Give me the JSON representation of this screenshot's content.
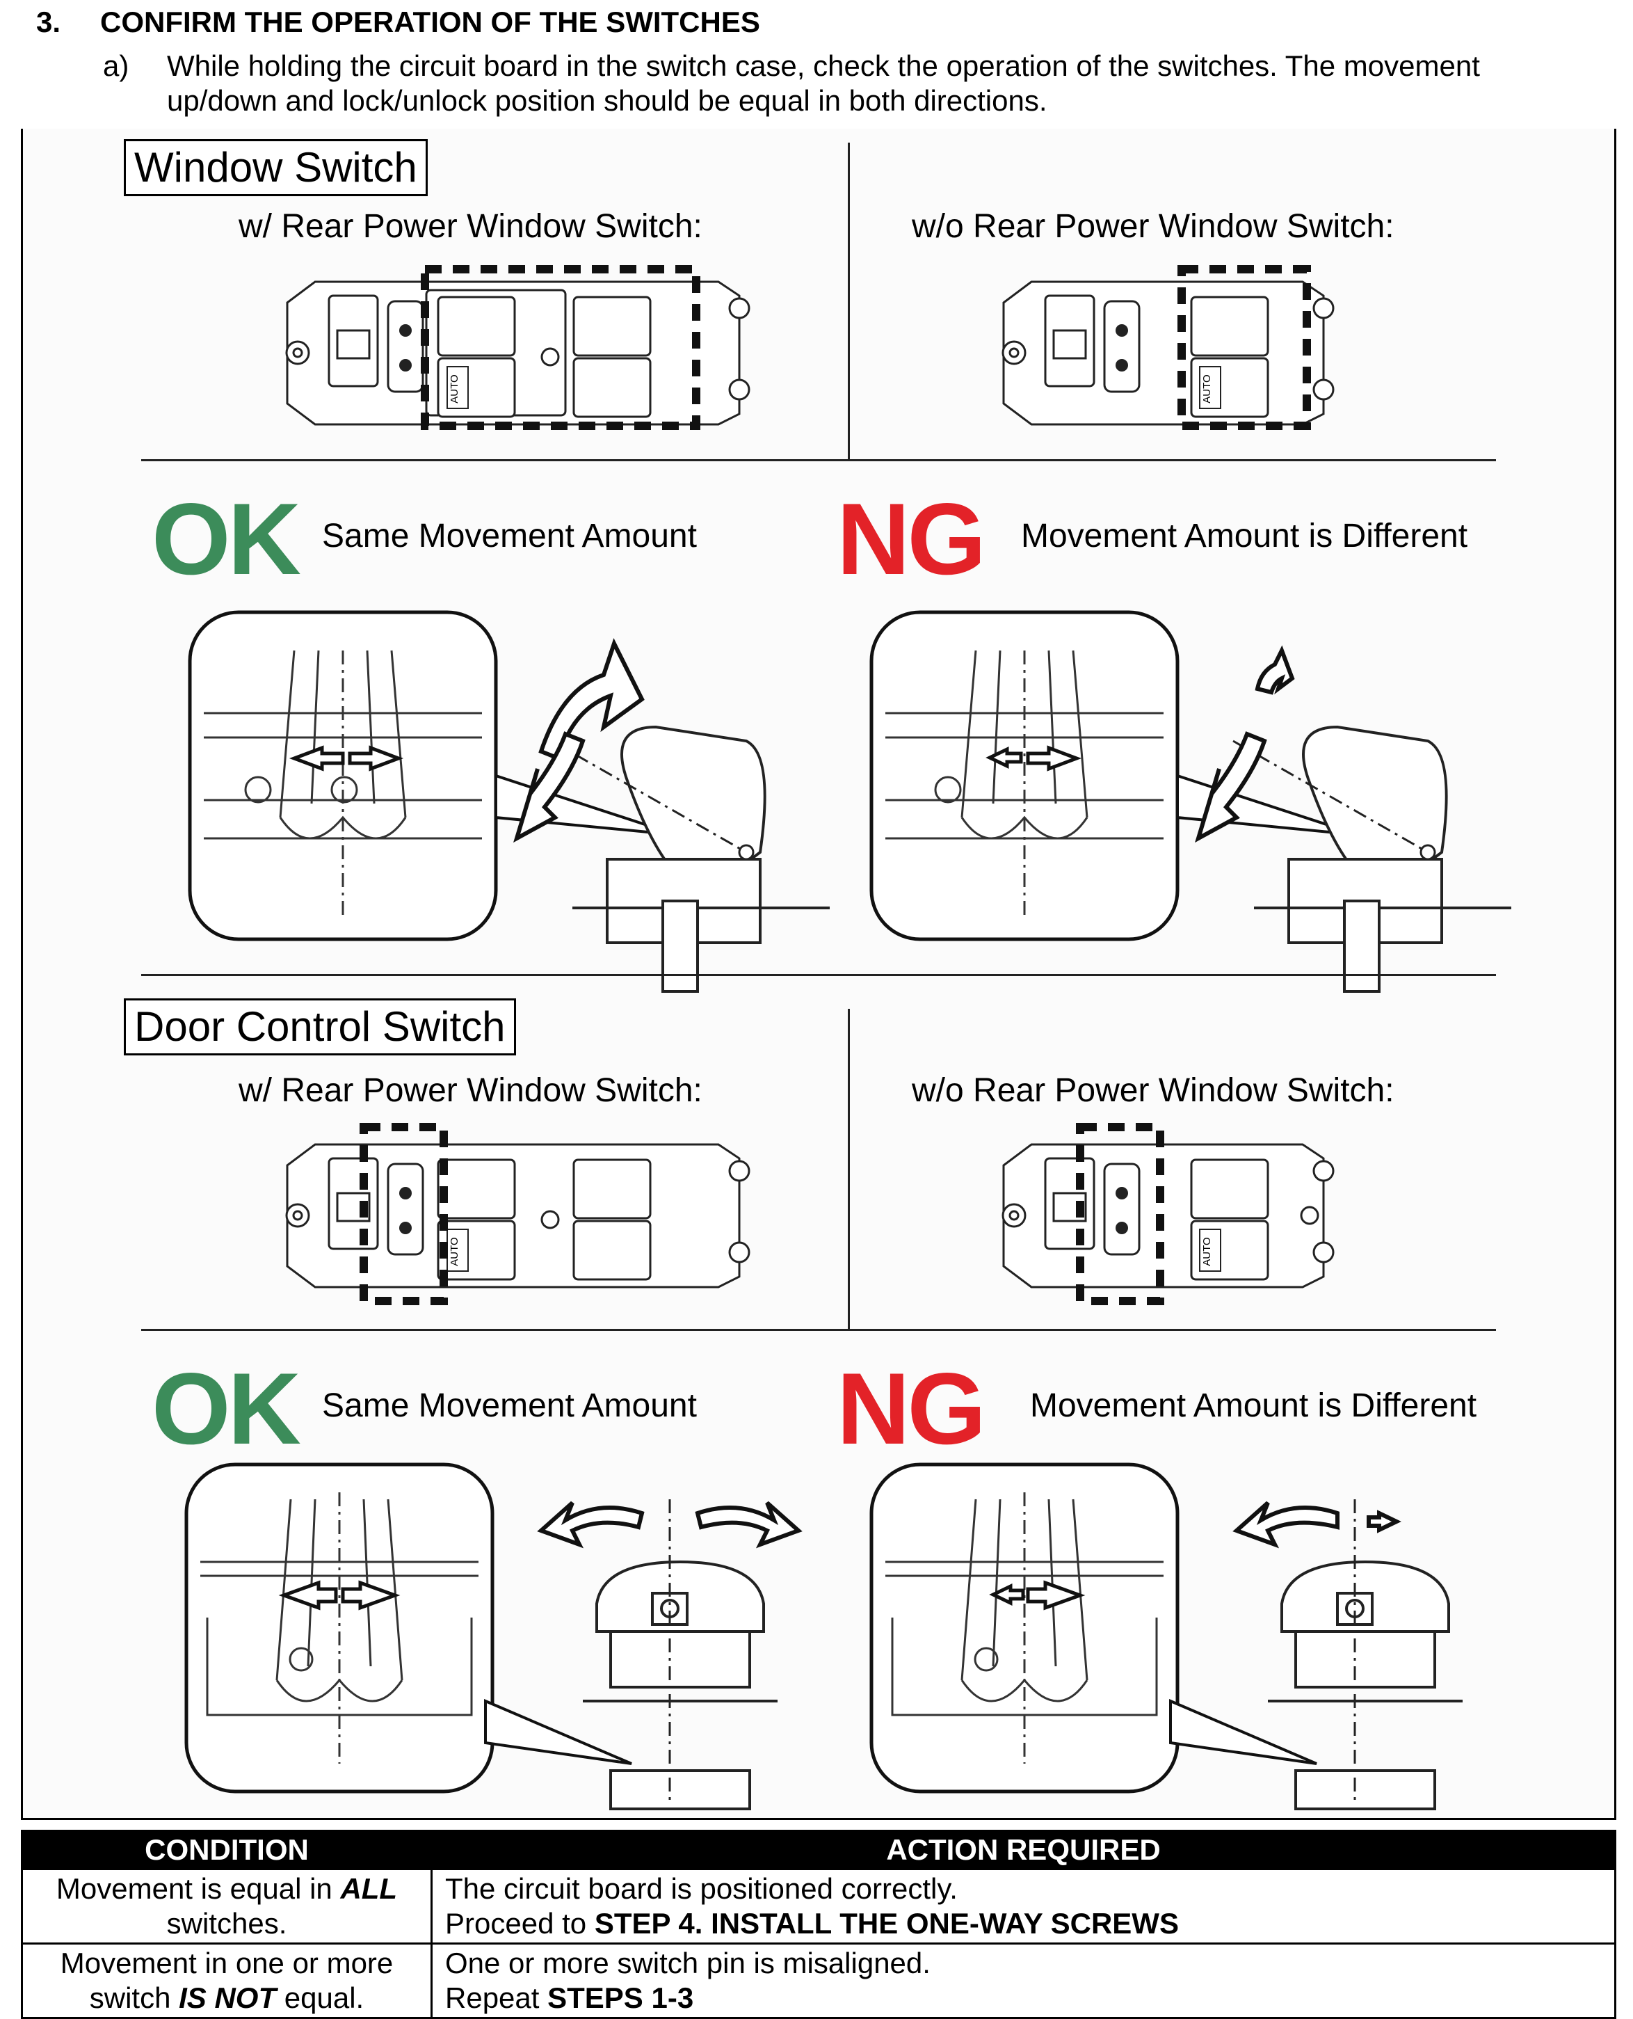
{
  "step": {
    "number": "3.",
    "title": "CONFIRM THE OPERATION OF THE SWITCHES"
  },
  "substep": {
    "label": "a)",
    "text": "While holding the circuit board in the switch case, check the operation of the switches. The movement up/down and lock/unlock position should be equal in both directions."
  },
  "window_switch": {
    "heading": "Window Switch",
    "with_rear": "w/ Rear Power Window Switch:",
    "without_rear": "w/o Rear Power Window Switch:",
    "ok": "OK",
    "ok_desc": "Same Movement Amount",
    "ng": "NG",
    "ng_desc": "Movement Amount is Different",
    "auto_label": "AUTO"
  },
  "door_control_switch": {
    "heading": "Door Control Switch",
    "with_rear": "w/ Rear Power Window Switch:",
    "without_rear": "w/o Rear Power Window Switch:",
    "ok": "OK",
    "ok_desc": "Same Movement Amount",
    "ng": "NG",
    "ng_desc": "Movement Amount is Different",
    "auto_label": "AUTO"
  },
  "colors": {
    "ok": "#3c8c5a",
    "ng": "#e32228"
  },
  "table": {
    "headers": [
      "CONDITION",
      "ACTION REQUIRED"
    ],
    "rows": [
      {
        "condition_a": "Movement is equal in ",
        "condition_b": "ALL",
        "condition_c": "switches.",
        "action_line1": "The circuit board is positioned correctly.",
        "action_line2_a": "Proceed to ",
        "action_line2_b": "STEP 4. INSTALL THE ONE-WAY SCREWS"
      },
      {
        "condition_a": "Movement in one or more",
        "condition_b": "switch ",
        "condition_c": "IS NOT",
        "condition_d": " equal.",
        "action_line1": "One or more switch pin is misaligned.",
        "action_line2_a": "Repeat ",
        "action_line2_b": "STEPS 1-3"
      }
    ]
  }
}
